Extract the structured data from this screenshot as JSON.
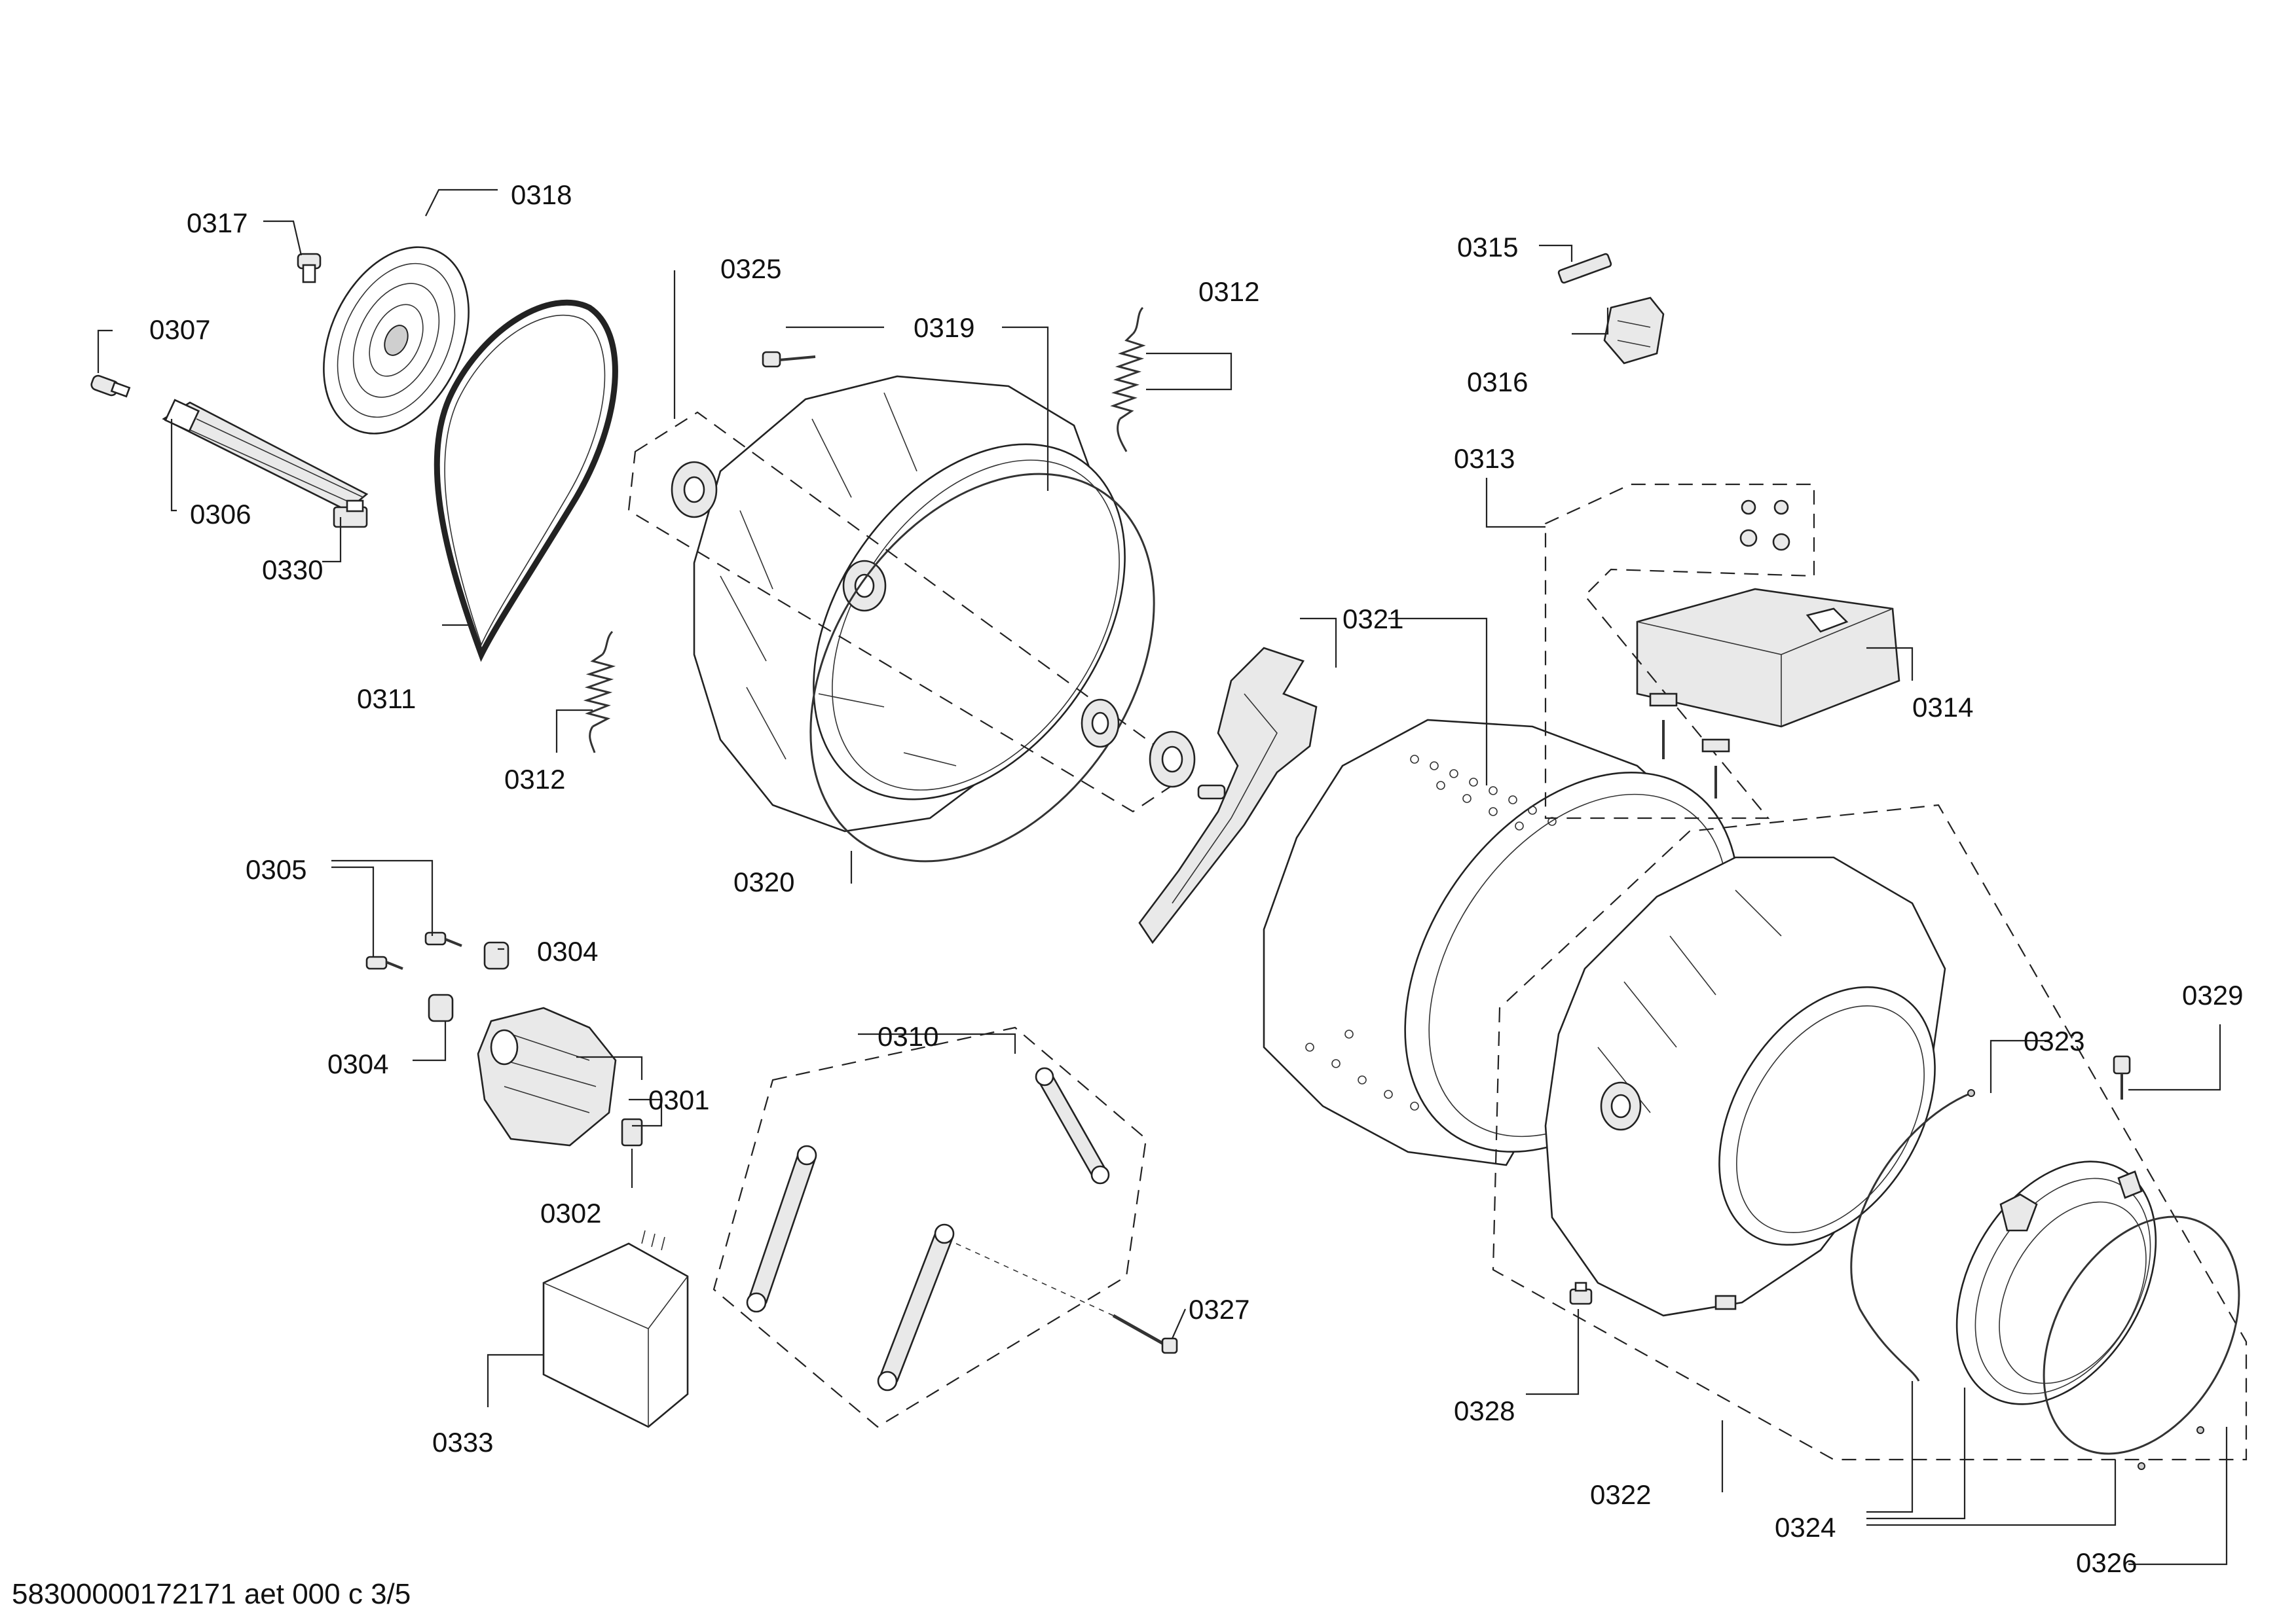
{
  "diagram": {
    "document_id": "58300000172171 aet 000 c 3/5",
    "labels": {
      "p0301": "0301",
      "p0302": "0302",
      "p0304a": "0304",
      "p0304b": "0304",
      "p0305": "0305",
      "p0306": "0306",
      "p0307": "0307",
      "p0310": "0310",
      "p0311": "0311",
      "p0312a": "0312",
      "p0312b": "0312",
      "p0313": "0313",
      "p0314": "0314",
      "p0315": "0315",
      "p0316": "0316",
      "p0317": "0317",
      "p0318": "0318",
      "p0319": "0319",
      "p0320": "0320",
      "p0321": "0321",
      "p0322": "0322",
      "p0323": "0323",
      "p0324": "0324",
      "p0325": "0325",
      "p0326": "0326",
      "p0327": "0327",
      "p0328": "0328",
      "p0329": "0329",
      "p0330": "0330",
      "p0333": "0333"
    }
  }
}
